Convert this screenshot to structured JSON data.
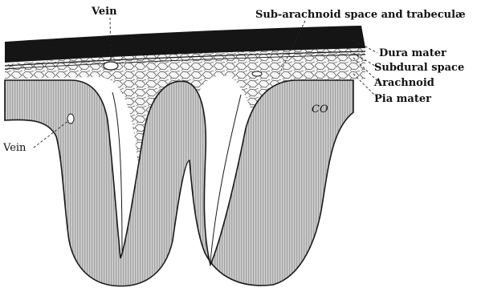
{
  "labels": {
    "vein_top": "Vein",
    "subarachnoid": "Sub-arachnoid space and trabeculæ",
    "dura_mater": "Dura mater",
    "subdural_space": "Subdural space",
    "arachnoid": "Arachnoid",
    "pia_mater": "Pia mater",
    "vein_left": "Vein",
    "cortex_mark": "CO"
  },
  "colors": {
    "dura": "#151515",
    "cortex_fill": "#c9c9c9",
    "cortex_hatch": "#8a8a8a",
    "subarachnoid_fill": "#f4f4f4",
    "trabecula_mesh": "#555555",
    "outline": "#1a1a1a"
  }
}
